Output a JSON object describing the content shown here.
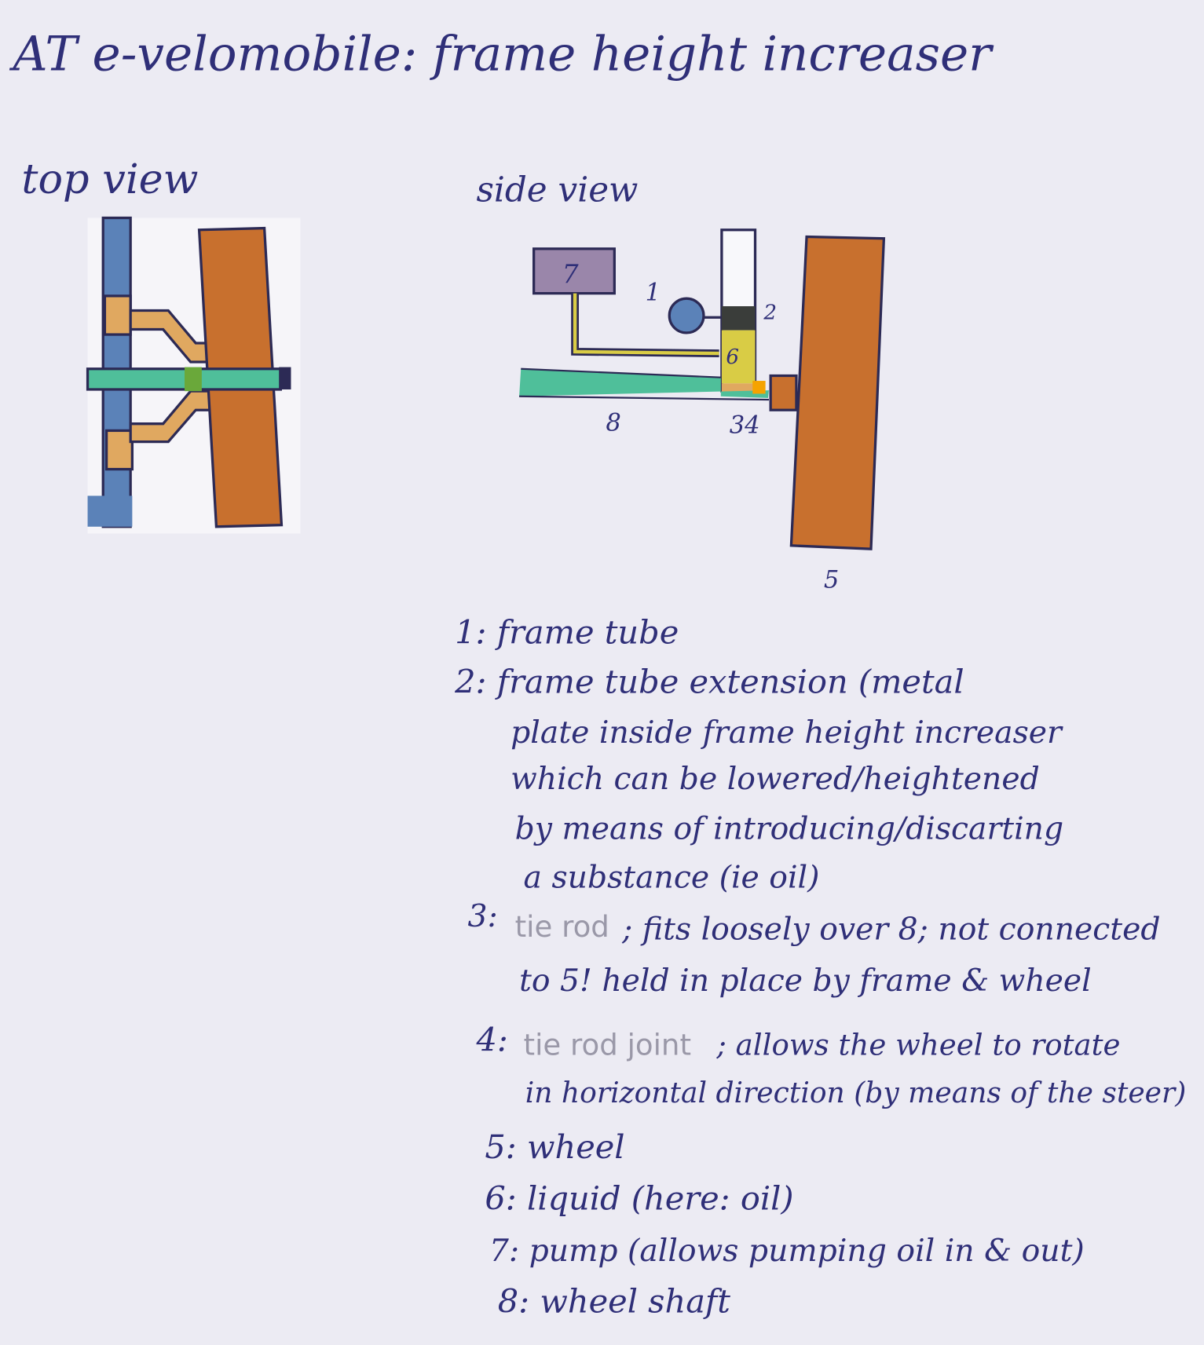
{
  "title": "AT e-velomobile: frame height increaser",
  "top_view_label": "top view",
  "side_view_label": "side view",
  "callouts": {
    "n1": "1",
    "n2": "2",
    "n6": "6",
    "n7": "7",
    "n8": "8",
    "n34": "34",
    "n5": "5"
  },
  "legend": {
    "l1": "1: frame tube",
    "l2a": "2: frame tube extension (metal",
    "l2b": "plate inside frame height increaser",
    "l2c": "which can be lowered/heightened",
    "l2d": "by means of introducing/discarting",
    "l2e": "a substance (ie oil)",
    "l3num": "3:",
    "l3typed": "tie rod",
    "l3a": "; fits loosely over 8; not connected",
    "l3b": "to 5! held in place by frame & wheel",
    "l4num": "4:",
    "l4typed": "tie rod joint",
    "l4a": "; allows the wheel to rotate",
    "l4b": "in horizontal direction (by means of the steer)",
    "l5": "5: wheel",
    "l6": "6: liquid (here: oil)",
    "l7": "7: pump (allows pumping oil in & out)",
    "l8": "8: wheel shaft"
  },
  "colors": {
    "paper": "#ecebf3",
    "ink": "#2f2f78",
    "wheel": "#c8702e",
    "shaft": "#4fbf9a",
    "frame": "#5b82b8",
    "pump": "#9a86aa",
    "oil": "#d9cc45",
    "tierod": "#e0a860",
    "joint": "#f5a300"
  }
}
